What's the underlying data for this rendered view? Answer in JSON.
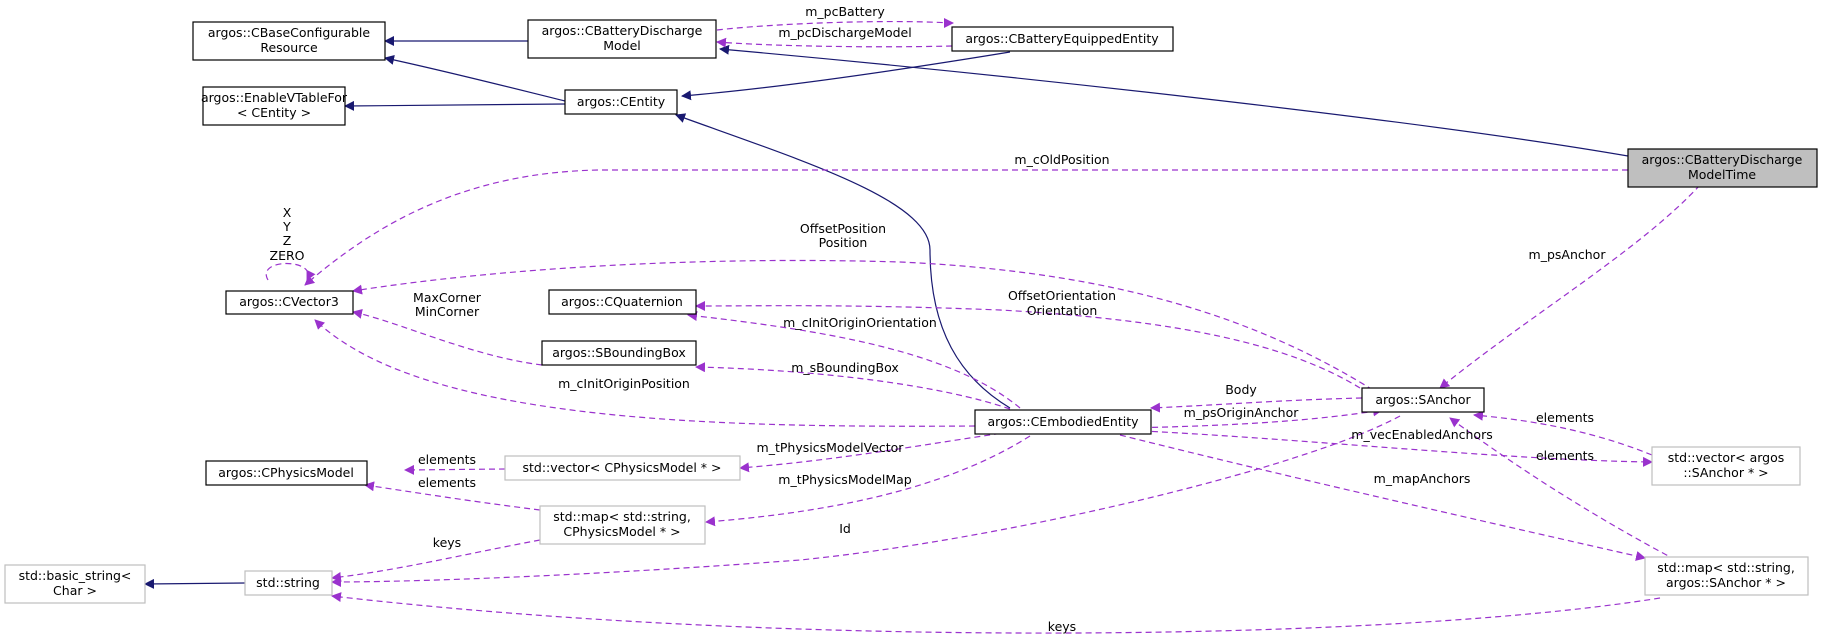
{
  "colors": {
    "inheritance": "#191970",
    "usage": "#9a32cd",
    "node_border": "#000000",
    "node_border_external": "#bfbfbf",
    "highlight_fill": "#bfbfbf"
  },
  "nodes": {
    "cbaseconfigurable": {
      "lines": [
        "argos::CBaseConfigurable",
        "Resource"
      ]
    },
    "cbatterydischargemodel": {
      "lines": [
        "argos::CBatteryDischarge",
        "Model"
      ]
    },
    "cbatteryequippedentity": {
      "lines": [
        "argos::CBatteryEquippedEntity"
      ]
    },
    "enablevtable": {
      "lines": [
        "argos::EnableVTableFor",
        "< CEntity >"
      ]
    },
    "centity": {
      "lines": [
        "argos::CEntity"
      ]
    },
    "cbatterydischargemodeltime": {
      "lines": [
        "argos::CBatteryDischarge",
        "ModelTime"
      ]
    },
    "cvector3": {
      "lines": [
        "argos::CVector3"
      ]
    },
    "cquaternion": {
      "lines": [
        "argos::CQuaternion"
      ]
    },
    "sboundingbox": {
      "lines": [
        "argos::SBoundingBox"
      ]
    },
    "sanchor": {
      "lines": [
        "argos::SAnchor"
      ]
    },
    "cembodiedentity": {
      "lines": [
        "argos::CEmbodiedEntity"
      ]
    },
    "cphysicsmodel": {
      "lines": [
        "argos::CPhysicsModel"
      ]
    },
    "vector_cphysicsmodel": {
      "lines": [
        "std::vector< CPhysicsModel * >"
      ]
    },
    "map_cphysicsmodel": {
      "lines": [
        "std::map< std::string,",
        "CPhysicsModel * >"
      ]
    },
    "vector_sanchor": {
      "lines": [
        "std::vector< argos",
        "::SAnchor * >"
      ]
    },
    "basic_string": {
      "lines": [
        "std::basic_string<",
        "Char >"
      ]
    },
    "string": {
      "lines": [
        "std::string"
      ]
    },
    "map_sanchor": {
      "lines": [
        "std::map< std::string,",
        "argos::SAnchor * >"
      ]
    }
  },
  "edge_labels": {
    "m_pcBattery": "m_pcBattery",
    "m_pcDischargeModel": "m_pcDischargeModel",
    "m_cOldPosition": "m_cOldPosition",
    "xyz": [
      "X",
      "Y",
      "Z",
      "ZERO"
    ],
    "offset_position": [
      "OffsetPosition",
      "Position"
    ],
    "m_psAnchor": "m_psAnchor",
    "max_min_corner": [
      "MaxCorner",
      "MinCorner"
    ],
    "offset_orientation": [
      "OffsetOrientation",
      "Orientation"
    ],
    "m_cInitOriginOrientation": "m_cInitOriginOrientation",
    "m_sBoundingBox": "m_sBoundingBox",
    "m_cInitOriginPosition": "m_cInitOriginPosition",
    "body": "Body",
    "m_psOriginAnchor": "m_psOriginAnchor",
    "elements_sanchor_vec": "elements",
    "m_vecEnabledAnchors": "m_vecEnabledAnchors",
    "elements_sanchor_map": "elements",
    "elements_phys_vec": "elements",
    "m_tPhysicsModelVector": "m_tPhysicsModelVector",
    "elements_phys_map": "elements",
    "m_mapAnchors": "m_mapAnchors",
    "keys_phys_map": "keys",
    "m_tPhysicsModelMap": "m_tPhysicsModelMap",
    "id": "Id",
    "keys_sanchor_map": "keys"
  }
}
